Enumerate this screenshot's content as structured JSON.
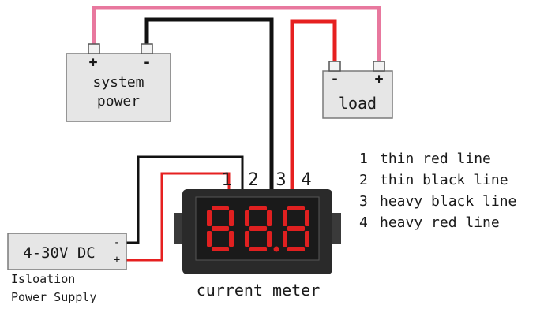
{
  "system_power": {
    "plus": "+",
    "minus": "-",
    "line1": "system",
    "line2": "power"
  },
  "load": {
    "minus": "-",
    "plus": "+",
    "label": "load"
  },
  "meter": {
    "pin1": "1",
    "pin2": "2",
    "pin3": "3",
    "pin4": "4",
    "caption": "current meter"
  },
  "isolation": {
    "label": "4-30V DC",
    "minus": "-",
    "plus": "+",
    "caption1": "Isloation",
    "caption2": "Power Supply"
  },
  "legend": [
    {
      "num": "1",
      "text": "thin red line"
    },
    {
      "num": "2",
      "text": "thin black line"
    },
    {
      "num": "3",
      "text": "heavy black line"
    },
    {
      "num": "4",
      "text": "heavy red line"
    }
  ],
  "colors": {
    "pink": "#e8789e",
    "red": "#e62020",
    "black": "#111111",
    "box": "#e6e6e6",
    "meter": "#2a2a2a",
    "digit": "#e02020"
  }
}
